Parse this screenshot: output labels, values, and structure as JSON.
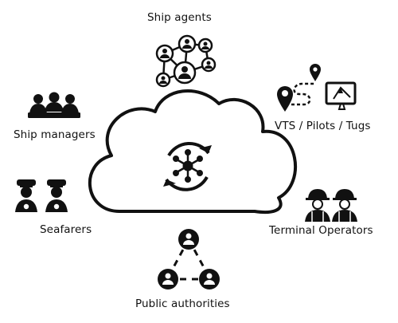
{
  "stakeholders": {
    "ship_agents": "Ship agents",
    "vts_pilots_tugs": "VTS / Pilots / Tugs",
    "ship_managers": "Ship managers",
    "seafarers": "Seafarers",
    "terminal_operators": "Terminal Operators",
    "public_authorities": "Public authorities"
  },
  "icons": {
    "center": "network-sync-icon",
    "ship_agents": "agent-network-icon",
    "vts": "route-map-icon",
    "ship_managers": "group-meeting-icon",
    "seafarers": "sailors-icon",
    "terminal_operators": "workers-icon",
    "public_authorities": "authority-network-icon"
  },
  "colors": {
    "ink": "#111111",
    "background": "#ffffff"
  }
}
